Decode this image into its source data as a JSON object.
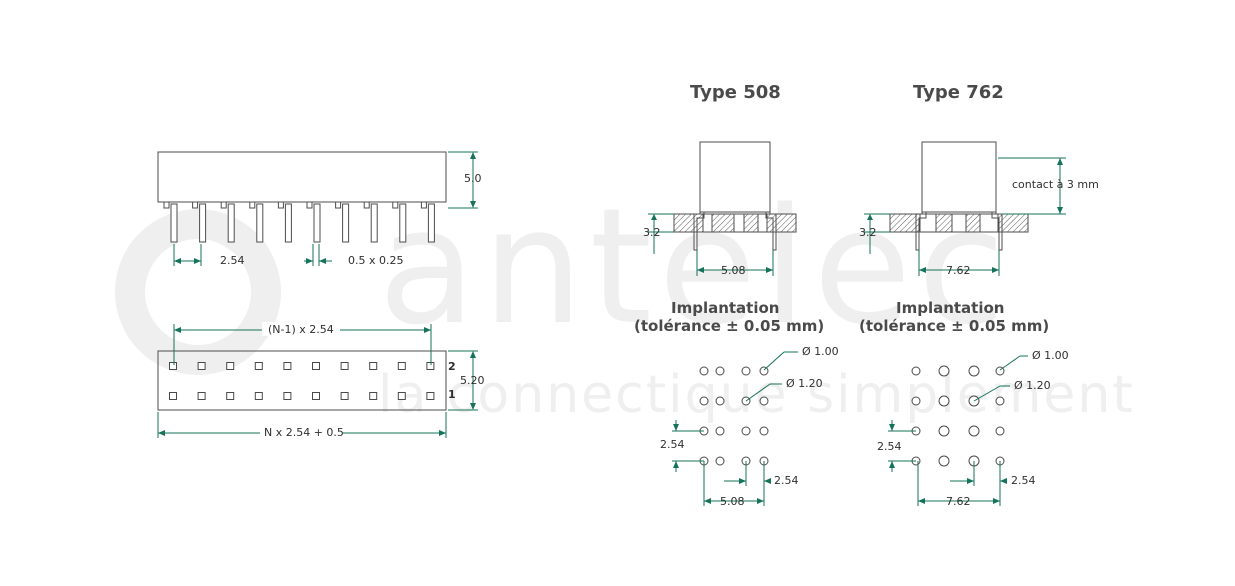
{
  "watermark": {
    "brand": "antelec",
    "tagline": "la connectique simplement"
  },
  "side_view": {
    "height_label": "5.0",
    "pitch_label": "2.54",
    "pin_label": "0.5 x 0.25"
  },
  "top_view": {
    "span_label": "(N-1) x 2.54",
    "length_label": "N x 2.54 + 0.5",
    "width_label": "5.20",
    "row2_label": "2",
    "row1_label": "1"
  },
  "type_508": {
    "title": "Type 508",
    "board_label": "3.2",
    "spacing_label": "5.08",
    "implantation_title": "Implantation",
    "tolerance": "(tolérance ± 0.05 mm)",
    "hole_small_label": "Ø 1.00",
    "hole_large_label": "Ø 1.20",
    "pitch_v_label": "2.54",
    "pitch_h_label": "2.54",
    "row_spacing_label": "5.08"
  },
  "type_762": {
    "title": "Type 762",
    "board_label": "3.2",
    "contact_label": "contact à 3 mm",
    "spacing_label": "7.62",
    "implantation_title": "Implantation",
    "tolerance": "(tolérance ± 0.05 mm)",
    "hole_small_label": "Ø 1.00",
    "hole_large_label": "Ø 1.20",
    "pitch_v_label": "2.54",
    "pitch_h_label": "2.54",
    "row_spacing_label": "7.62"
  },
  "colors": {
    "dimension": "#14735a",
    "outline": "#4d4d4d",
    "watermark": "#efefef"
  }
}
